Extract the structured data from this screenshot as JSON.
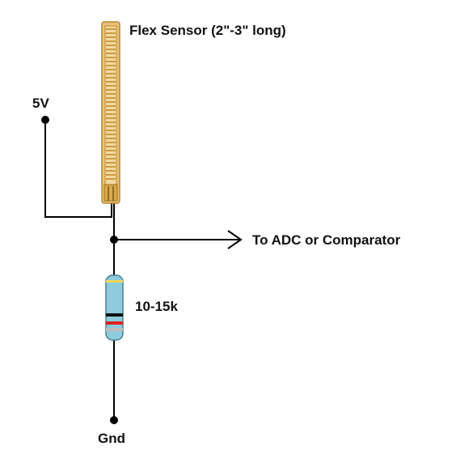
{
  "labels": {
    "sensor": "Flex Sensor (2\"-3\" long)",
    "supply": "5V",
    "output": "To ADC or Comparator",
    "resistor": "10-15k",
    "ground": "Gnd"
  },
  "colors": {
    "wire": "#000000",
    "sensor_strip": "#d9a84a",
    "sensor_trace": "#c08a2a",
    "resistor_body": "#8ecbdc",
    "band_black": "#111111",
    "band_red": "#e02020",
    "band_gray": "#bdbdbd",
    "band_gold": "#f2d75a"
  },
  "components": {
    "sensor": "flex-sensor",
    "resistor": "resistor"
  }
}
